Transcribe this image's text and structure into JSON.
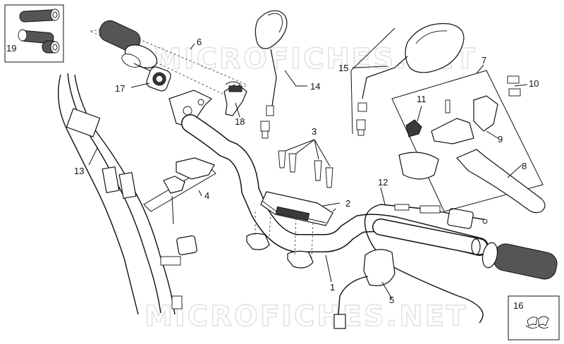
{
  "watermark": {
    "top": "MICROFICHES.NET",
    "bottom": "MICROFICHES.NET"
  },
  "parts": [
    {
      "id": "part-1",
      "label": "1"
    },
    {
      "id": "part-2",
      "label": "2"
    },
    {
      "id": "part-3",
      "label": "3"
    },
    {
      "id": "part-4",
      "label": "4"
    },
    {
      "id": "part-5",
      "label": "5"
    },
    {
      "id": "part-6",
      "label": "6"
    },
    {
      "id": "part-7",
      "label": "7"
    },
    {
      "id": "part-8",
      "label": "8"
    },
    {
      "id": "part-9",
      "label": "9"
    },
    {
      "id": "part-10",
      "label": "10"
    },
    {
      "id": "part-11",
      "label": "11"
    },
    {
      "id": "part-12",
      "label": "12"
    },
    {
      "id": "part-13",
      "label": "13"
    },
    {
      "id": "part-14",
      "label": "14"
    },
    {
      "id": "part-15",
      "label": "15"
    },
    {
      "id": "part-16",
      "label": "16"
    },
    {
      "id": "part-17",
      "label": "17"
    },
    {
      "id": "part-18",
      "label": "18"
    },
    {
      "id": "part-19",
      "label": "19"
    }
  ]
}
